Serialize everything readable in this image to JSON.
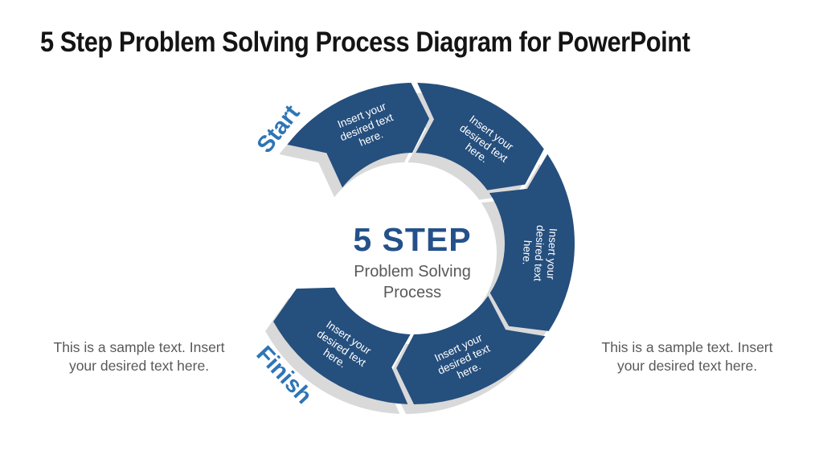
{
  "title": "5 Step Problem Solving Process Diagram for PowerPoint",
  "diagram": {
    "start_label": "Start",
    "finish_label": "Finish",
    "center": {
      "heading": "5 STEP",
      "subheading": "Problem Solving Process"
    },
    "segments": [
      {
        "label": "Insert your desired text here."
      },
      {
        "label": "Insert your desired text here."
      },
      {
        "label": "Insert your desired text here."
      },
      {
        "label": "Insert your desired text here."
      },
      {
        "label": "Insert your desired text here."
      }
    ],
    "colors": {
      "segment_fill": "#254F7D",
      "shadow": "#D9D9D9",
      "heading_blue": "#25518A",
      "accent_blue": "#2E75B6",
      "body_gray": "#595959",
      "segment_text": "#FFFFFF"
    }
  },
  "left_note": "This is a sample text. Insert your desired text here.",
  "right_note": "This is a sample text. Insert your desired text here."
}
